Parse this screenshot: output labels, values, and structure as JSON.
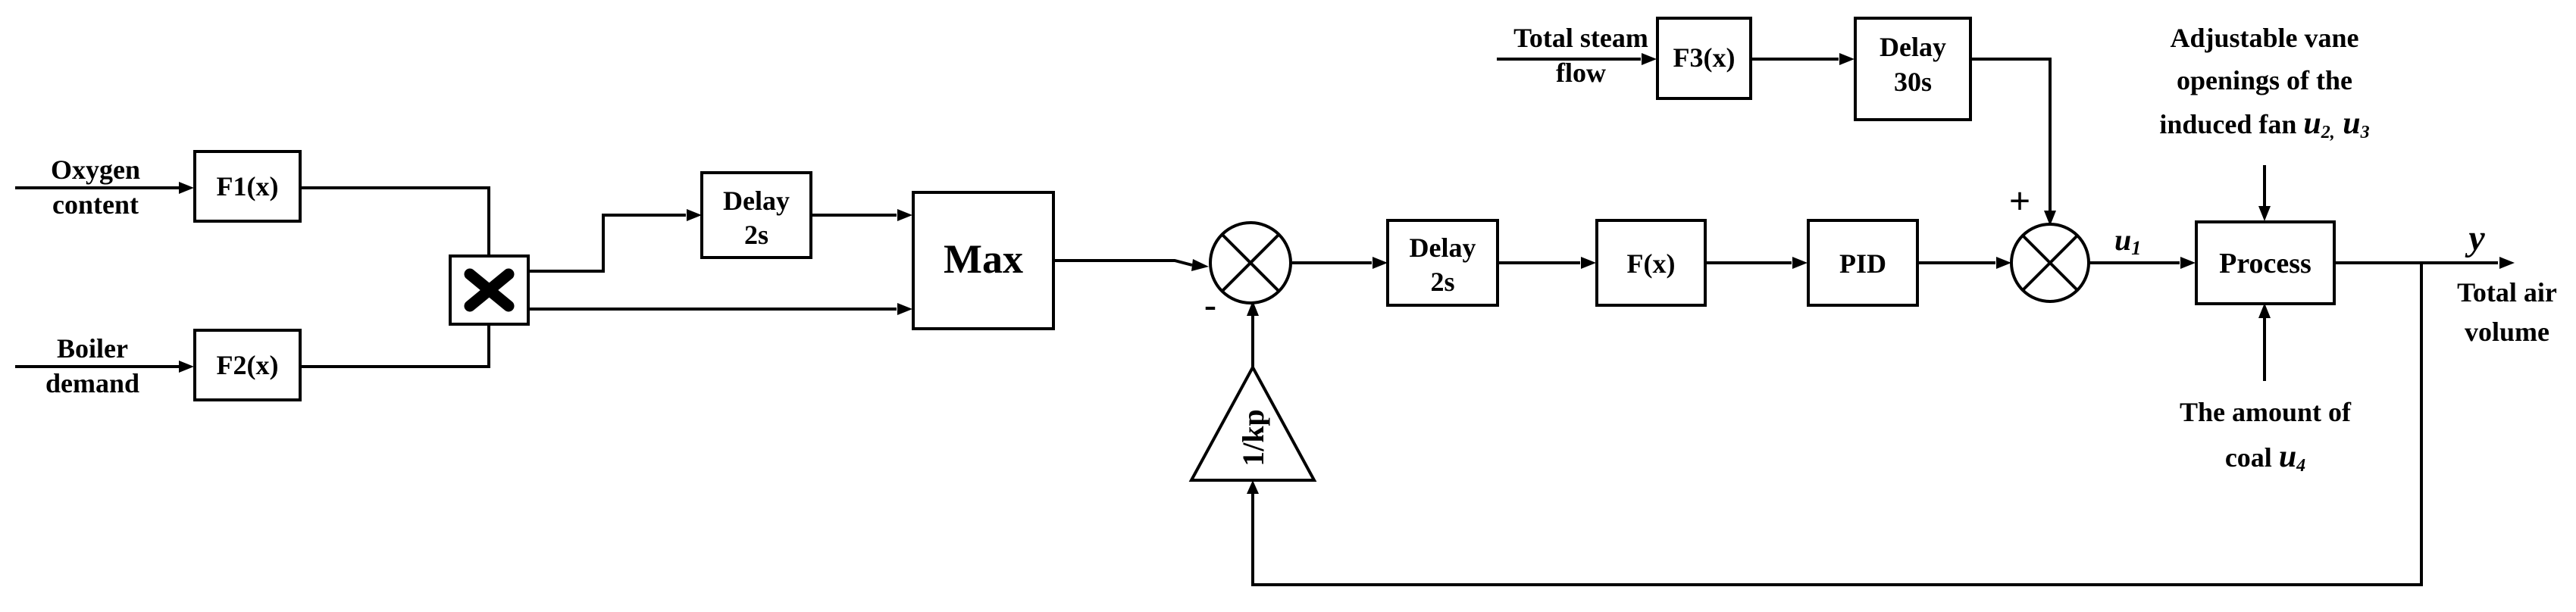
{
  "inputs": {
    "oxygen": [
      "Oxygen",
      "content"
    ],
    "boiler": [
      "Boiler",
      "demand"
    ],
    "steam": [
      "Total steam",
      "flow"
    ]
  },
  "blocks": {
    "f1": "F1(x)",
    "f2": "F2(x)",
    "f3": "F3(x)",
    "fx": "F(x)",
    "pid": "PID",
    "max": "Max",
    "process": "Process",
    "gain": "1/kp",
    "delay1": [
      "Delay",
      "2s"
    ],
    "delay2": [
      "Delay",
      "2s"
    ],
    "delay3": [
      "Delay",
      "30s"
    ]
  },
  "signs": {
    "minus": "-",
    "plus": "+"
  },
  "signals": {
    "u1": "u1",
    "y": "y"
  },
  "disturbances": {
    "vane": [
      "Adjustable vane",
      "openings of the",
      "induced fan u2, u3"
    ],
    "coal": [
      "The amount of",
      "coal u4"
    ]
  },
  "output": [
    "Total air",
    "volume"
  ]
}
